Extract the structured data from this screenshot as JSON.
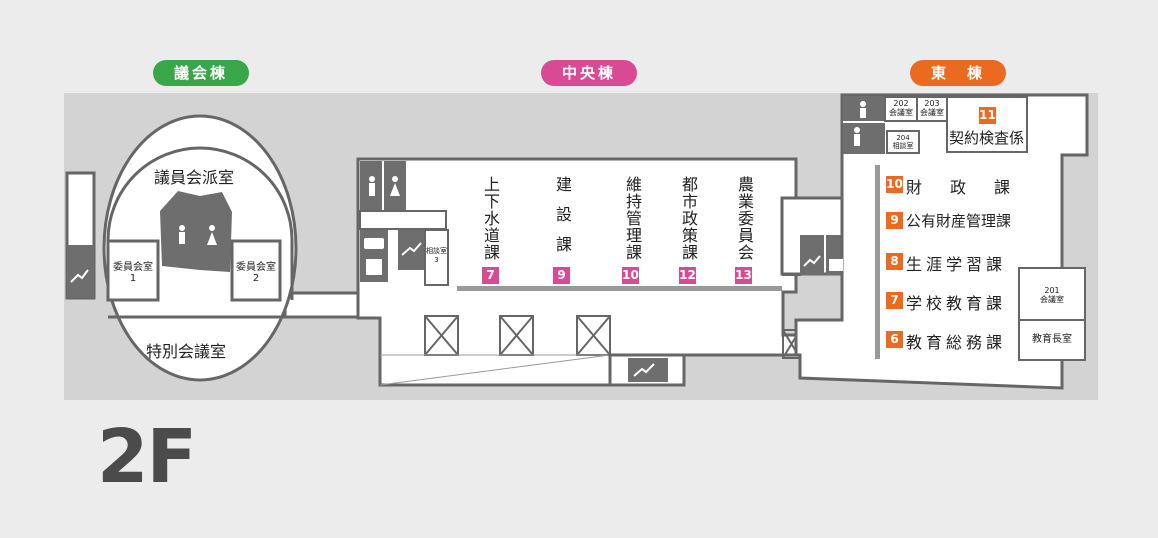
{
  "header": {
    "wing_left": "議会棟",
    "wing_center": "中央棟",
    "wing_right": "東　棟"
  },
  "colors": {
    "left": "#3aa64a",
    "center": "#d94a94",
    "right": "#ec6a1f"
  },
  "floor_label": "2F",
  "assembly": {
    "faction_room": "議員会派室",
    "committee_1_a": "委員会室",
    "committee_1_b": "1",
    "committee_2_a": "委員会室",
    "committee_2_b": "2",
    "special_room": "特別会議室"
  },
  "central": {
    "consult3_a": "相談室",
    "consult3_b": "3",
    "depts": [
      {
        "name": "上下水道課",
        "num": "7"
      },
      {
        "name": "建設課",
        "num": "9"
      },
      {
        "name": "維持管理課",
        "num": "10"
      },
      {
        "name": "都市政策課",
        "num": "12"
      },
      {
        "name": "農業委員会",
        "num": "13"
      }
    ]
  },
  "east": {
    "r202_a": "202",
    "r202_b": "会議室",
    "r203_a": "203",
    "r203_b": "会議室",
    "r204_a": "204",
    "r204_b": "相談室",
    "contract": {
      "num": "11",
      "name": "契約検査係"
    },
    "depts": [
      {
        "num": "10",
        "name": "財　政　課"
      },
      {
        "num": "9",
        "name": "公有財産管理課"
      },
      {
        "num": "8",
        "name": "生涯学習課"
      },
      {
        "num": "7",
        "name": "学校教育課"
      },
      {
        "num": "6",
        "name": "教育総務課"
      }
    ],
    "r201_a": "201",
    "r201_b": "会議室",
    "superintendent": "教育長室"
  },
  "icons": [
    "restroom-male-icon",
    "restroom-female-icon",
    "accessible-restroom-icon",
    "elevator-icon",
    "stairs-icon"
  ]
}
